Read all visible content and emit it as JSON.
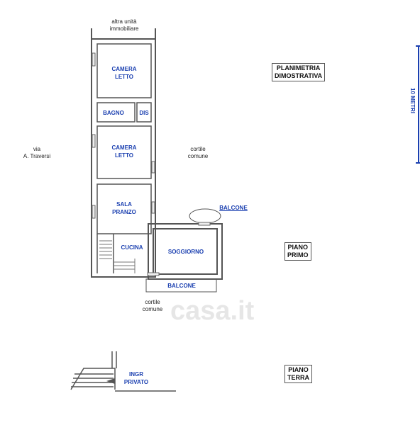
{
  "top_label": [
    "altra unità",
    "immobiliare"
  ],
  "street_label": [
    "via",
    "A. Traversi"
  ],
  "courtyard_right": [
    "cortile",
    "comune"
  ],
  "courtyard_bottom": [
    "cortile",
    "comune"
  ],
  "title_box": [
    "PLANIMETRIA",
    "DIMOSTRATIVA"
  ],
  "floor_first": [
    "PIANO",
    "PRIMO"
  ],
  "floor_ground": [
    "PIANO",
    "TERRA"
  ],
  "scale_label": "10 METRI",
  "rooms": {
    "camera1": [
      "CAMERA",
      "LETTO"
    ],
    "bagno": "BAGNO",
    "dis": "DIS",
    "camera2": [
      "CAMERA",
      "LETTO"
    ],
    "sala": [
      "SALA",
      "PRANZO"
    ],
    "cucina": "CUCINA",
    "soggiorno": "SOGGIORNO",
    "balcone_bottom": "BALCONE",
    "balcone_right": "BALCONE",
    "ingresso": [
      "INGR",
      "PRIVATO"
    ]
  },
  "watermark": "casa.it"
}
